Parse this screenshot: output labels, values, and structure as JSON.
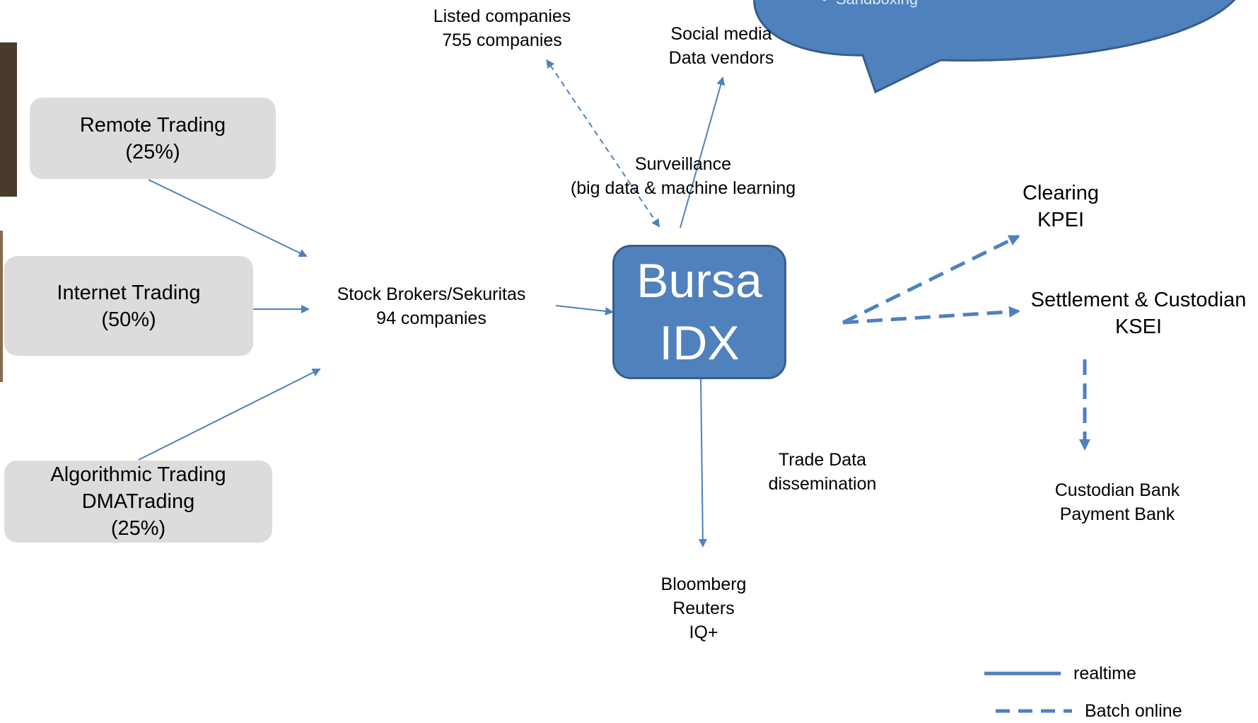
{
  "callout": {
    "bullet": "•",
    "text": "Sandboxing"
  },
  "participants": {
    "remote": "Remote Trading\n(25%)",
    "internet": "Internet Trading\n(50%)",
    "algo": "Algorithmic Trading\nDMATrading\n(25%)"
  },
  "brokers": "Stock Brokers/Sekuritas\n94 companies",
  "listed": "Listed companies\n755 companies",
  "social": "Social media\nData vendors",
  "surveillance": "Surveillance\n(big data & machine learning",
  "exchange": {
    "line1": "Bursa",
    "line2": "IDX"
  },
  "clearing": "Clearing\nKPEI",
  "settlement": "Settlement & Custodian\nKSEI",
  "custodian": "Custodian Bank\nPayment Bank",
  "trade_data": "Trade Data\ndissemination",
  "vendors": "Bloomberg\nReuters\nIQ+",
  "legend": {
    "realtime": "realtime",
    "batch": "Batch online"
  },
  "colors": {
    "line": "#4f81bd",
    "box": "#dcdcdc",
    "exchange": "#4f81bd",
    "exchange_border": "#385d8a"
  }
}
